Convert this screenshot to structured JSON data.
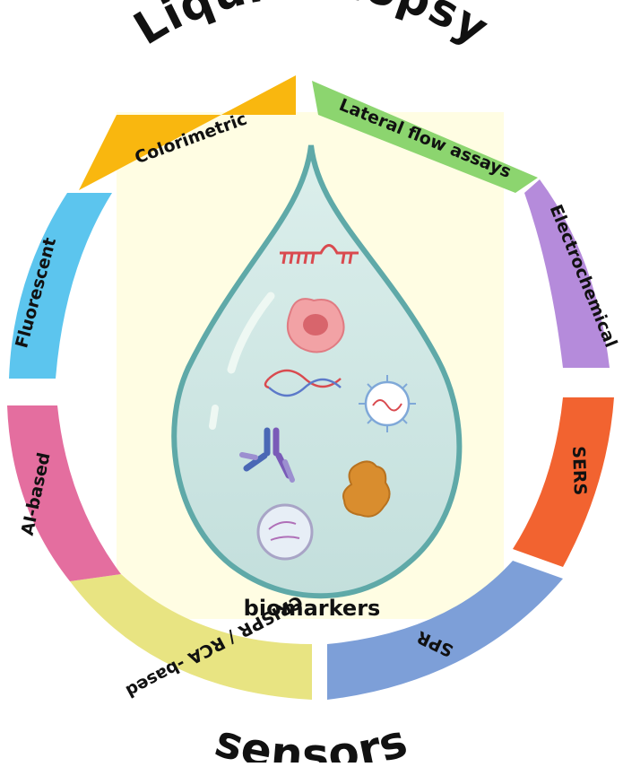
{
  "title_top": "Liquid biopsy",
  "title_bottom": "sensors",
  "center_label": "biomarkers",
  "segments": [
    {
      "label": "Colorimetric",
      "color": "#F9B70F"
    },
    {
      "label": "Lateral flow assays",
      "color": "#8CD56F"
    },
    {
      "label": "Electrochemical",
      "color": "#B58BDB"
    },
    {
      "label": "SERS",
      "color": "#F26330"
    },
    {
      "label": "SPR",
      "color": "#7D9FD8"
    },
    {
      "label": "CRISPR / RCA -based",
      "color": "#E8E482"
    },
    {
      "label": "AI-based",
      "color": "#E46E9F"
    },
    {
      "label": "Fluorescent",
      "color": "#5CC5EE"
    }
  ],
  "biomarker_icons": [
    "aptamer-icon",
    "tumor-cell-icon",
    "dna-icon",
    "virus-icon",
    "antibody-icon",
    "protein-icon",
    "exosome-icon"
  ],
  "colors": {
    "droplet_fill": "#CFE6E4",
    "droplet_stroke": "#5FA9A8",
    "panel_bg": "#FFFDE3"
  }
}
